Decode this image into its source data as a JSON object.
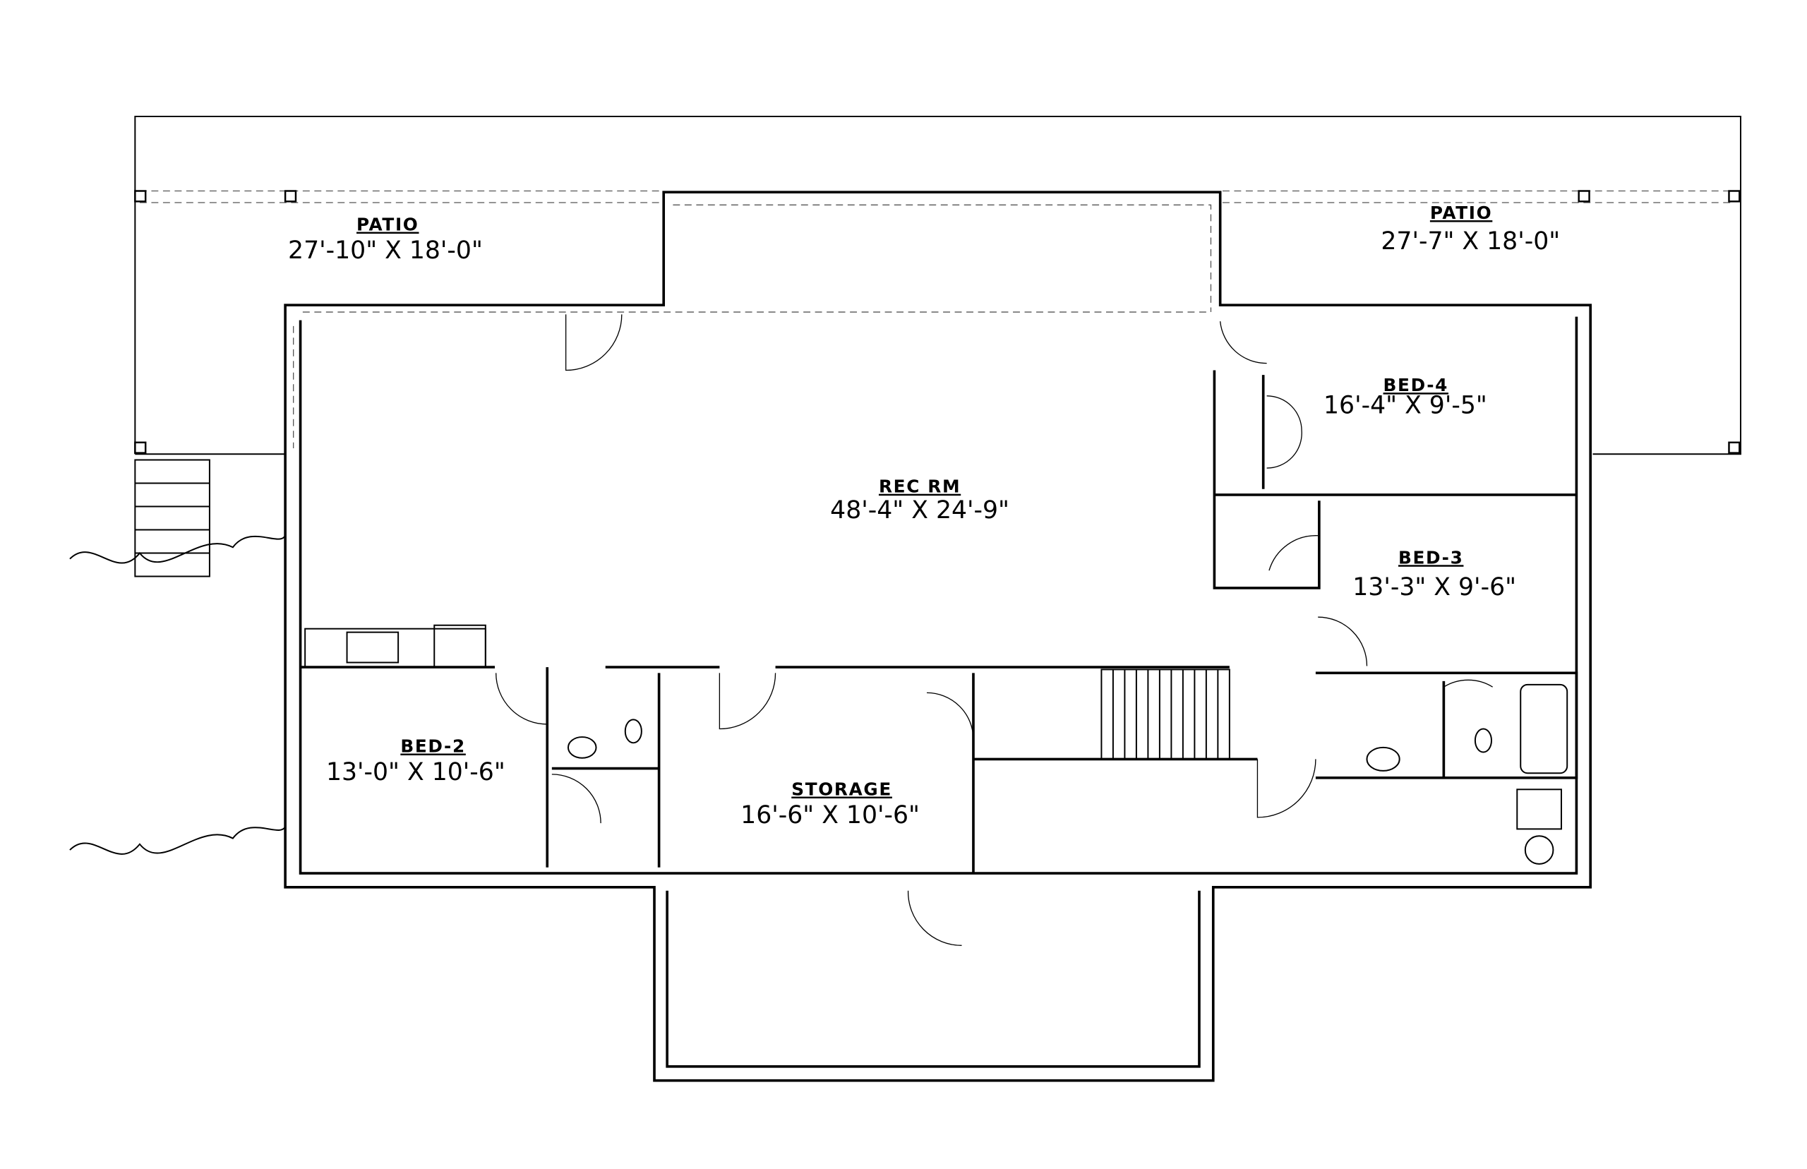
{
  "rooms": [
    {
      "name": "PATIO",
      "size": "27'-10\" X 18'-0\""
    },
    {
      "name": "PATIO",
      "size": "27'-7\" X 18'-0\""
    },
    {
      "name": "REC RM",
      "size": "48'-4\" X 24'-9\""
    },
    {
      "name": "BED-4",
      "size": "16'-4\" X 9'-5\""
    },
    {
      "name": "BED-3",
      "size": "13'-3\" X 9'-6\""
    },
    {
      "name": "BED-2",
      "size": "13'-0\" X 10'-6\""
    },
    {
      "name": "STORAGE",
      "size": "16'-6\" X 10'-6\""
    }
  ],
  "colors": {
    "line": "#000000",
    "background": "#ffffff"
  }
}
